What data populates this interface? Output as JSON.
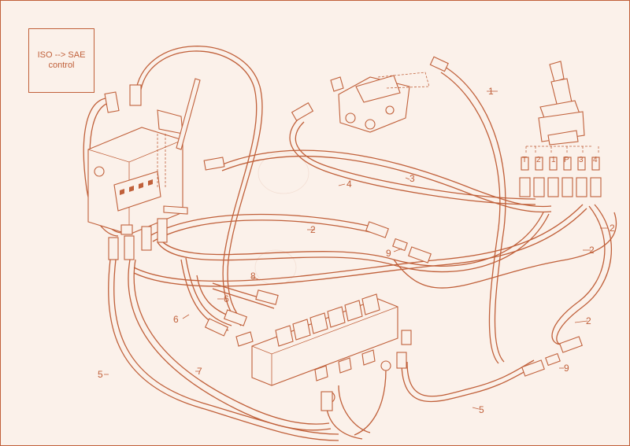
{
  "note_box": {
    "line1": "ISO --> SAE",
    "line2": "control"
  },
  "callouts": {
    "c1": "1",
    "c2a": "2",
    "c2b": "2",
    "c2c": "2",
    "c2d": "2",
    "c3": "3",
    "c4": "4",
    "c5a": "5",
    "c5b": "5",
    "c6a": "6",
    "c6b": "6",
    "c7": "7",
    "c8": "8",
    "c9a": "9",
    "c9b": "9"
  },
  "ports": {
    "t": "T",
    "p2": "2",
    "p1": "1",
    "p": "P",
    "p3": "3",
    "p4": "4"
  },
  "colors": {
    "line": "#c0603a",
    "background": "#fbf1ea"
  }
}
